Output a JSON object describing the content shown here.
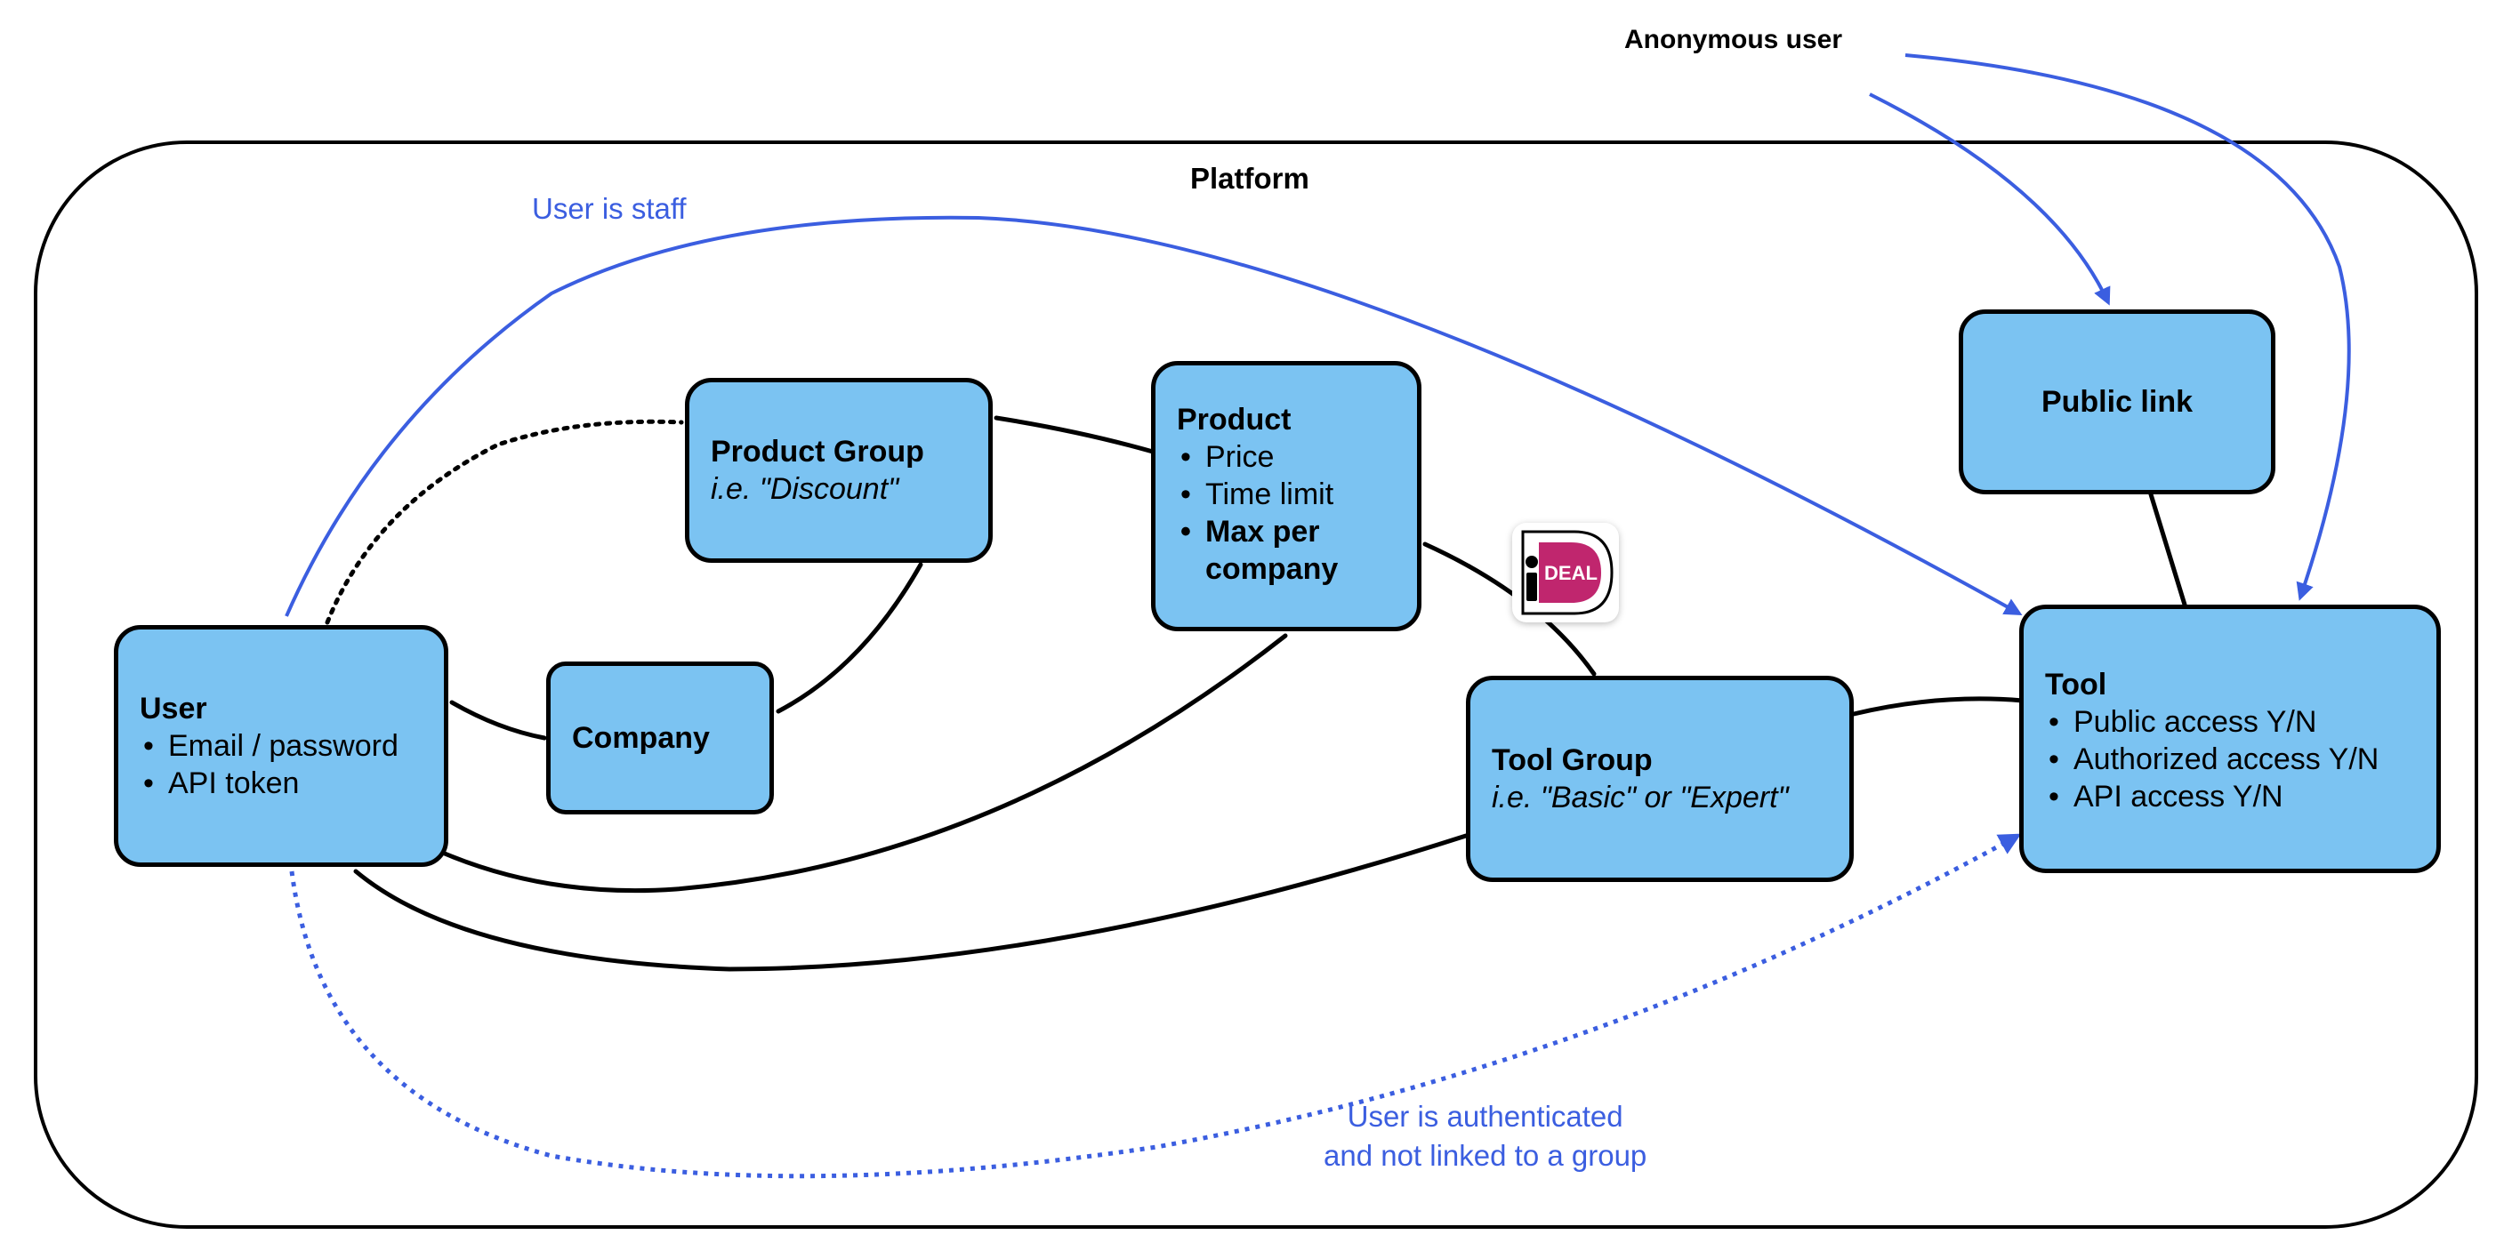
{
  "platform": {
    "title": "Platform"
  },
  "anonymous_user": "Anonymous user",
  "edge_labels": {
    "staff": "User is staff",
    "authenticated_line1": "User is authenticated",
    "authenticated_line2": "and not linked to a group"
  },
  "nodes": {
    "user": {
      "title": "User",
      "items": [
        "Email / password",
        "API token"
      ]
    },
    "company": {
      "title": "Company"
    },
    "product_group": {
      "title": "Product Group",
      "subtitle": "i.e. \"Discount\""
    },
    "product": {
      "title": "Product",
      "items": [
        "Price",
        "Time limit",
        "Max per company"
      ]
    },
    "tool_group": {
      "title": "Tool Group",
      "subtitle": "i.e. \"Basic\" or \"Expert\""
    },
    "public_link": {
      "title": "Public link"
    },
    "tool": {
      "title": "Tool",
      "items": [
        "Public access Y/N",
        "Authorized access Y/N",
        "API access Y/N"
      ]
    }
  },
  "ideal_logo": {
    "text": "iDEAL",
    "color": "#c0266e"
  },
  "colors": {
    "node_fill": "#7bc3f2",
    "accent_blue": "#3b5ee0",
    "stroke": "#000000"
  }
}
